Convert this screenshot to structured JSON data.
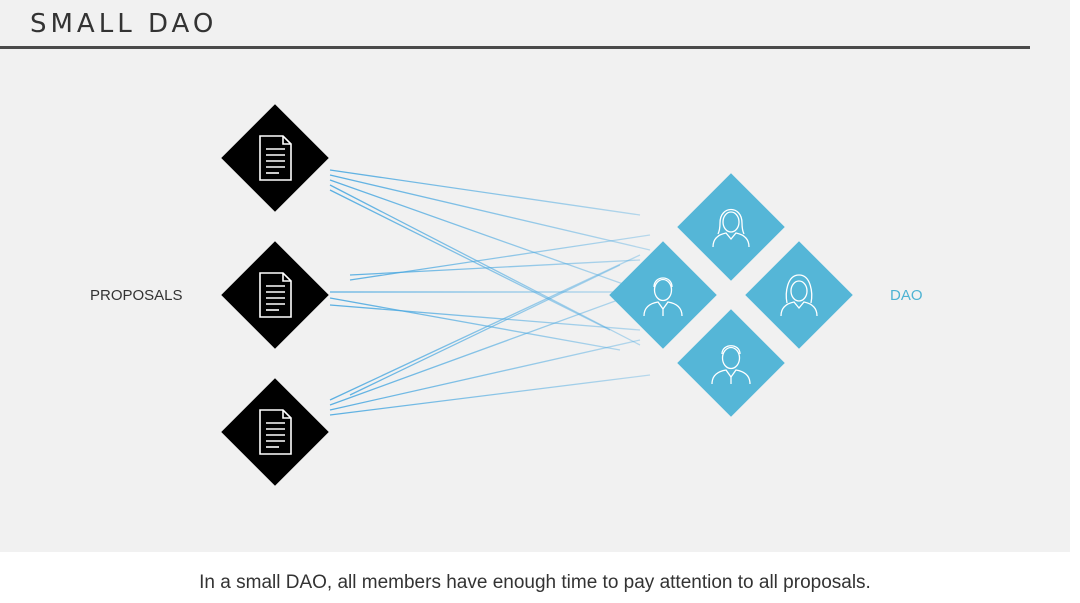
{
  "title": "SMALL DAO",
  "labels": {
    "proposals": "PROPOSALS",
    "dao": "DAO"
  },
  "caption": "In a small DAO, all members have enough time to pay attention to all proposals.",
  "icons": {
    "proposal": "document-icon",
    "member": "person-icon"
  },
  "colors": {
    "proposal_fill": "#000000",
    "member_fill": "#55b6d7",
    "link_line": "#4aa8e0",
    "dao_label": "#4eb3d3"
  },
  "counts": {
    "proposals": 3,
    "members": 4
  }
}
